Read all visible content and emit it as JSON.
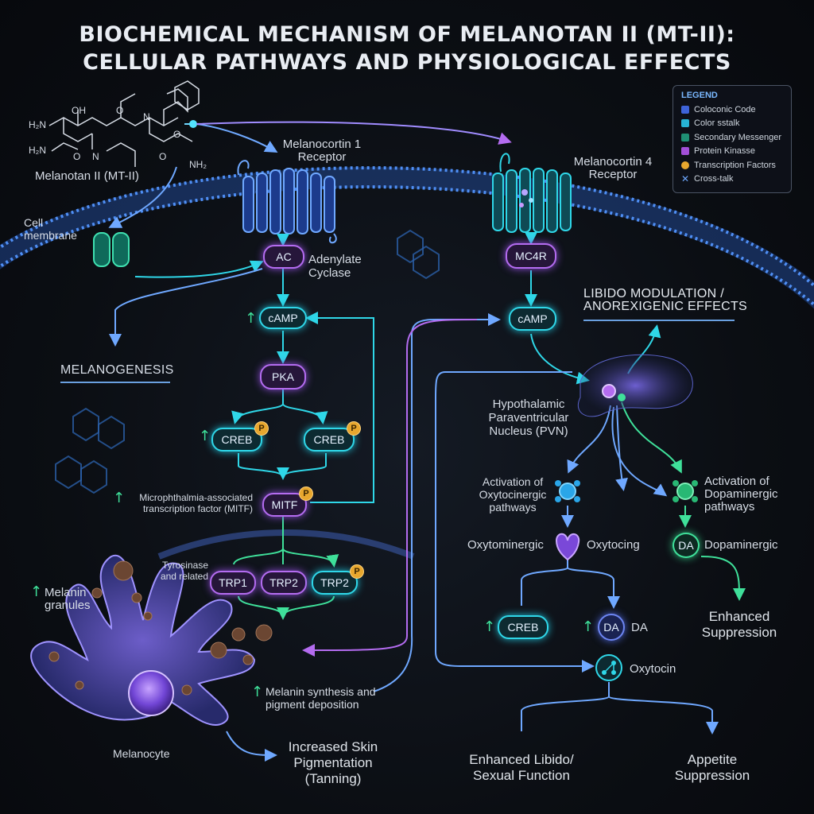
{
  "title": {
    "line1": "BIOCHEMICAL MECHANISM OF MELANOTAN II (MT-II):",
    "line2": "CELLULAR PATHWAYS AND PHYSIOLOGICAL EFFECTS"
  },
  "molecule": {
    "label": "Melanotan II (MT-II)",
    "atoms": [
      "H₂N",
      "H₂N",
      "OH",
      "O",
      "N",
      "O",
      "N",
      "NH₂",
      "O",
      "O"
    ]
  },
  "membrane": {
    "label": "Cell\nmembrane"
  },
  "receptors": {
    "mc1r": "Melanocortin 1\nReceptor",
    "mc4r": "Melanocortin 4\nReceptor"
  },
  "left_path": {
    "ac": "AC",
    "ac_label": "Adenylate\nCyclase",
    "camp": "cAMP",
    "melanogenesis": "MELANOGENESIS",
    "pka": "PKA",
    "creb_1": "CREB",
    "creb_2": "CREB",
    "mitf": "MITF",
    "mitf_label": "Microphthalmia-associated\ntranscription factor (MITF)",
    "tyrosinase_label": "Tyrosinase\nand related",
    "trp1": "TRP1",
    "trp2_a": "TRP2",
    "trp2_b": "TRP2",
    "melanin_granules": "Melanin\ngranules",
    "melanocyte": "Melanocyte",
    "melanin_synthesis": "Melanin synthesis and\npigment deposition",
    "pigmentation": "Increased Skin\nPigmentation\n(Tanning)"
  },
  "right_path": {
    "mc4r": "MC4R",
    "camp": "cAMP",
    "libido_header": "LIBIDO MODULATION /\nANOREXIGENIC EFFECTS",
    "pvn": "Hypothalamic\nParaventricular\nNucleus (PVN)",
    "oxy_activation": "Activation of\nOxytocinergic\npathways",
    "dopa_activation": "Activation of\nDopaminergic\npathways",
    "oxytominergic": "Oxytominergic",
    "oxytocing": "Oxytocing",
    "da_node": "DA",
    "dopaminergic": "Dopaminergic",
    "creb": "CREB",
    "da_node_2": "DA",
    "da_label": "DA",
    "enhanced_suppression": "Enhanced\nSuppression",
    "oxytocin": "Oxytocin",
    "libido_outcome": "Enhanced Libido/\nSexual Function",
    "appetite_outcome": "Appetite\nSuppression"
  },
  "legend": {
    "title": "LEGEND",
    "items": [
      {
        "label": "Coloconic Code",
        "color": "#3e63d8"
      },
      {
        "label": "Color sstalk",
        "color": "#27b4d6"
      },
      {
        "label": "Secondary Messenger",
        "color": "#1f8f74"
      },
      {
        "label": "Protein Kinasse",
        "color": "#a24fd8"
      },
      {
        "label": "Transcription Factors",
        "color": "#e8a72e"
      },
      {
        "label": "Cross-talk",
        "color": "#6fa8ff"
      }
    ]
  },
  "badges": {
    "p": "P",
    "up": "↑"
  },
  "colors": {
    "cyan": "#2fd7e8",
    "purple": "#b46cf0",
    "blue": "#6d86f2",
    "green": "#3fe09a",
    "orange": "#e8a72e"
  }
}
